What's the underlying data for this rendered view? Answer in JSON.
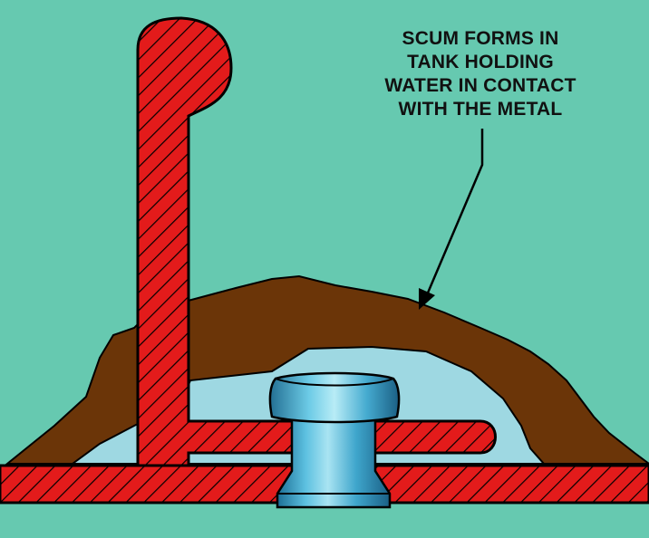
{
  "callout": {
    "lines": [
      "SCUM FORMS IN",
      "TANK HOLDING",
      "WATER IN CONTACT",
      "WITH THE METAL"
    ]
  },
  "colors": {
    "background": "#66c9b0",
    "metal_red": "#e31b1b",
    "hatch": "#000000",
    "scum_brown": "#6b3508",
    "water_light_blue": "#9ed8e2",
    "rivet_blue": "#3aa0c8",
    "outline": "#000000"
  }
}
